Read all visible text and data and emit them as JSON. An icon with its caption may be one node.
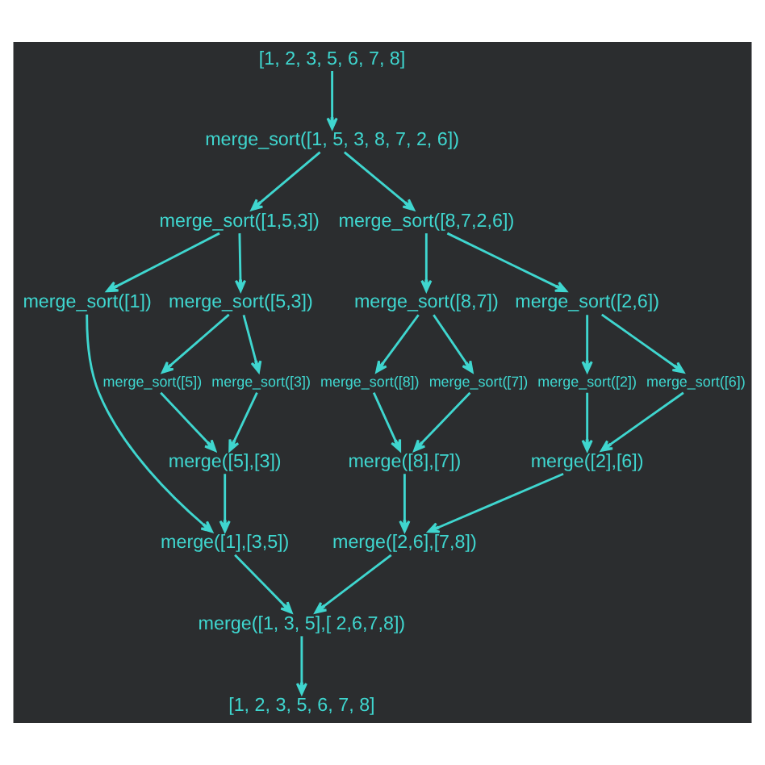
{
  "diagram": {
    "nodes": [
      {
        "text": [
          "[1, 2, 3, 5, 6, 7, 8]"
        ]
      },
      {
        "text": [
          "merge_sort([1, 5, 3, 8, 7, 2, 6])"
        ]
      },
      {
        "text": [
          "merge_sort([1,5,3])"
        ]
      },
      {
        "text": [
          "merge_sort([8,7,2,6])"
        ]
      },
      {
        "text": [
          "merge_sort([1])"
        ]
      },
      {
        "text": [
          "merge_sort([5,3])"
        ]
      },
      {
        "text": [
          "merge_sort([8,7])"
        ]
      },
      {
        "text": [
          "merge_sort([2,6])"
        ]
      },
      {
        "text": [
          "merge_sort([5])"
        ]
      },
      {
        "text": [
          "merge_sort([3])"
        ]
      },
      {
        "text": [
          "merge_sort([8])"
        ]
      },
      {
        "text": [
          "merge_sort([7])"
        ]
      },
      {
        "text": [
          "merge_sort([2])"
        ]
      },
      {
        "text": [
          "merge_sort([6])"
        ]
      },
      {
        "text": [
          "merge([5],[3])"
        ]
      },
      {
        "text": [
          "merge([8],[7])"
        ]
      },
      {
        "text": [
          "merge([2],[6])"
        ]
      },
      {
        "text": [
          "merge([1],[3,5])"
        ]
      },
      {
        "text": [
          "merge([2,6],[7,8])"
        ]
      },
      {
        "text": [
          "merge([1, 3, 5],[ 2,6,7,8])"
        ]
      },
      {
        "text": [
          "[1, 2, 3, 5, 6, 7, 8]"
        ]
      }
    ],
    "edges": [
      {
        "from": 0,
        "to": 1,
        "arrow": "to"
      },
      {
        "from": 1,
        "to": 2,
        "arrow": "to"
      },
      {
        "from": 1,
        "to": 3,
        "arrow": "to"
      },
      {
        "from": 2,
        "to": 4,
        "arrow": "to"
      },
      {
        "from": 2,
        "to": 5,
        "arrow": "to"
      },
      {
        "from": 3,
        "to": 6,
        "arrow": "to"
      },
      {
        "from": 3,
        "to": 7,
        "arrow": "to"
      },
      {
        "from": 5,
        "to": 8,
        "arrow": "to"
      },
      {
        "from": 5,
        "to": 9,
        "arrow": "to"
      },
      {
        "from": 6,
        "to": 10,
        "arrow": "to"
      },
      {
        "from": 6,
        "to": 11,
        "arrow": "to"
      },
      {
        "from": 7,
        "to": 12,
        "arrow": "to"
      },
      {
        "from": 7,
        "to": 13,
        "arrow": "to"
      },
      {
        "from": 8,
        "to": 14,
        "arrow": "to"
      },
      {
        "from": 9,
        "to": 14,
        "arrow": "to"
      },
      {
        "from": 10,
        "to": 15,
        "arrow": "to"
      },
      {
        "from": 11,
        "to": 15,
        "arrow": "to"
      },
      {
        "from": 12,
        "to": 16,
        "arrow": "to"
      },
      {
        "from": 13,
        "to": 16,
        "arrow": "to"
      },
      {
        "from": 4,
        "to": 17,
        "arrow": "to"
      },
      {
        "from": 14,
        "to": 17,
        "arrow": "to"
      },
      {
        "from": 15,
        "to": 18,
        "arrow": "to"
      },
      {
        "from": 16,
        "to": 18,
        "arrow": "to"
      },
      {
        "from": 17,
        "to": 19,
        "arrow": "to"
      },
      {
        "from": 18,
        "to": 19,
        "arrow": "to"
      },
      {
        "from": 19,
        "to": 20,
        "arrow": "to"
      }
    ]
  }
}
